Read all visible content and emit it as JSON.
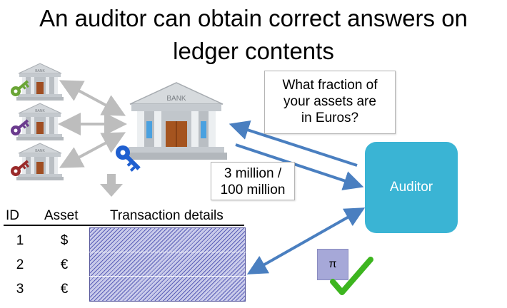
{
  "title": {
    "line1": "An auditor can obtain correct answers on",
    "line2": "ledger contents"
  },
  "banks": {
    "label": "BANK",
    "small_key_colors": [
      "#6aa535",
      "#6b3b8e",
      "#9a2a2a"
    ],
    "main_key_color": "#1f5fd0"
  },
  "question": {
    "line1": "What fraction of",
    "line2": "your assets are",
    "line3": "in Euros?"
  },
  "answer": {
    "line1": "3 million /",
    "line2": "100 million"
  },
  "auditor": {
    "label": "Auditor",
    "color": "#3ab4d4"
  },
  "table": {
    "headers": [
      "ID",
      "Asset",
      "Transaction details"
    ],
    "rows": [
      {
        "id": "1",
        "asset": "$"
      },
      {
        "id": "2",
        "asset": "€"
      },
      {
        "id": "3",
        "asset": "€"
      }
    ]
  },
  "proof": {
    "label": "π",
    "check_color": "#3db51f"
  },
  "colors": {
    "arrow_blue": "#4a7fc0",
    "arrow_gray": "#bdbdbd",
    "hatch": "#5b5fb8"
  }
}
